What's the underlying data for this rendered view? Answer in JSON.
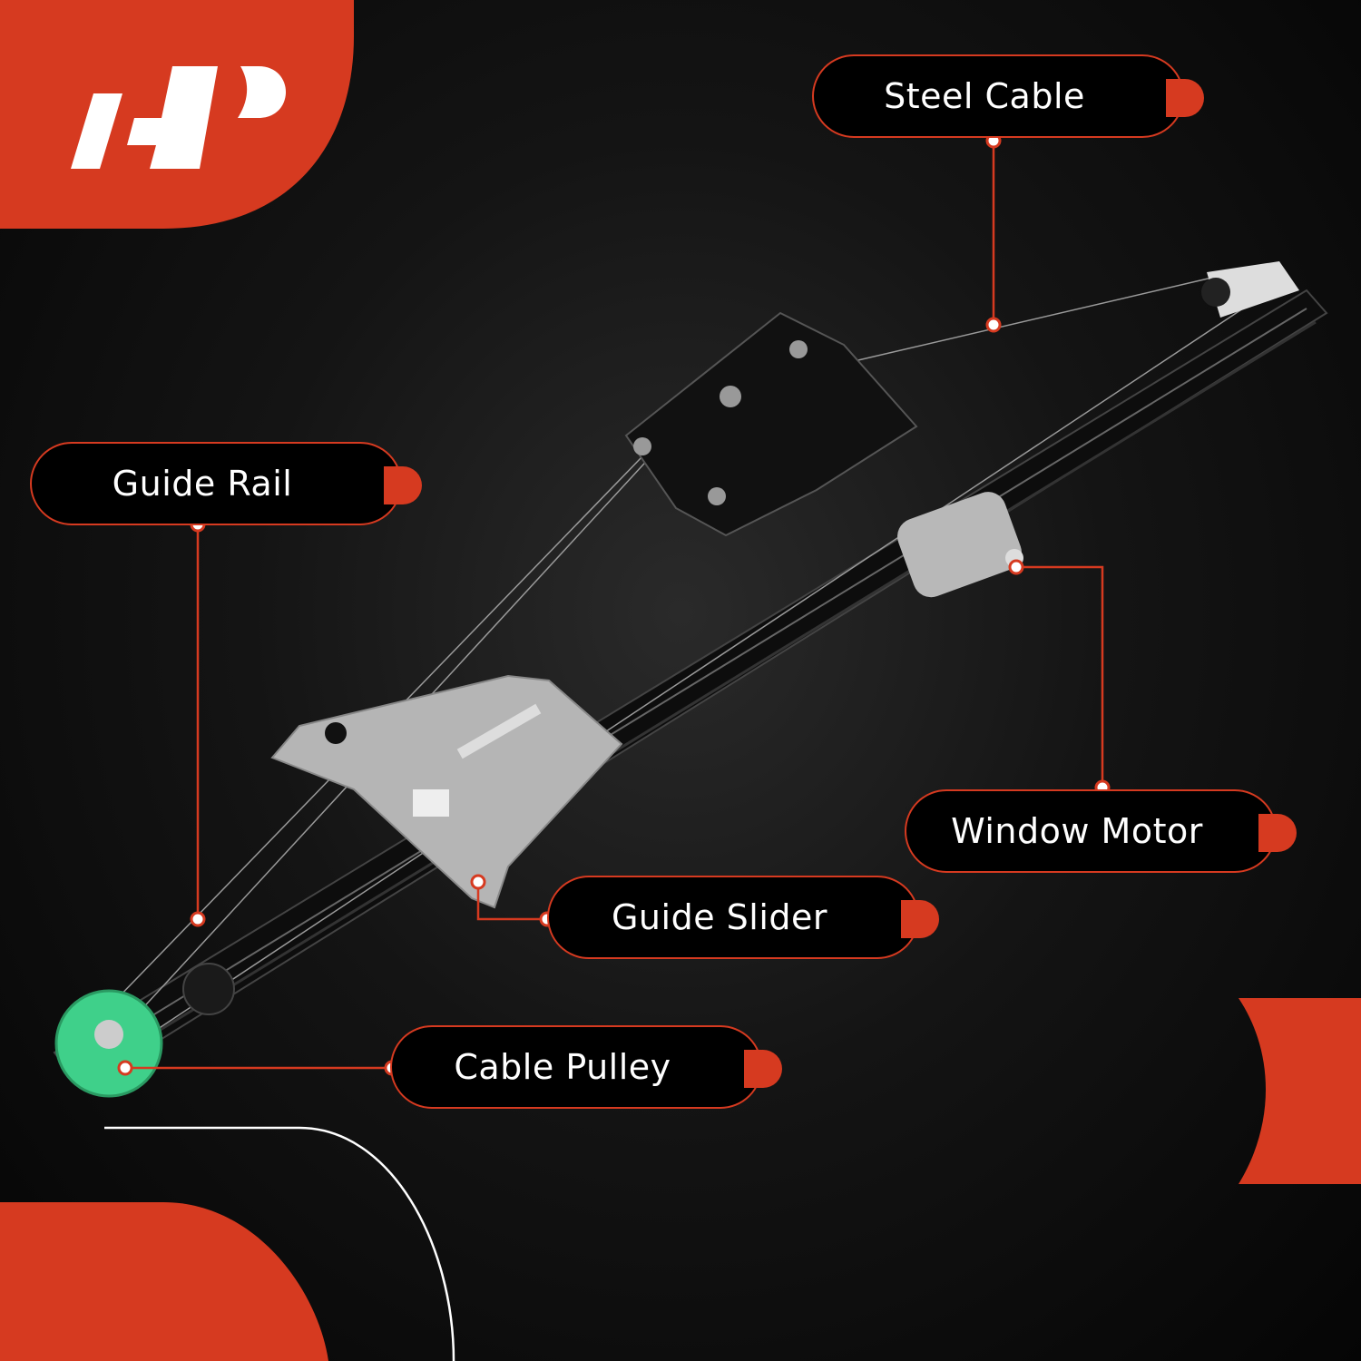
{
  "brand": {
    "logo_text": "A-P",
    "accent_color": "#d63a20",
    "background_color": "#0a0a0a"
  },
  "callouts": [
    {
      "id": "steel-cable",
      "label": "Steel Cable"
    },
    {
      "id": "guide-rail",
      "label": "Guide Rail"
    },
    {
      "id": "window-motor",
      "label": "Window Motor"
    },
    {
      "id": "guide-slider",
      "label": "Guide Slider"
    },
    {
      "id": "cable-pulley",
      "label": "Cable Pulley"
    }
  ],
  "product": {
    "name_icon": "window-regulator-image",
    "pulley_color": "#3fd08a"
  }
}
